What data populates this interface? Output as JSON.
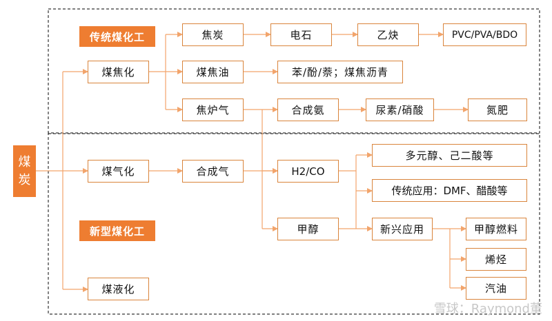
{
  "title": "",
  "root": "煤炭",
  "section_labels": {
    "traditional": "传统煤化工",
    "new": "新型煤化工"
  },
  "nodes": {
    "coal_coking": "煤焦化",
    "coal_gasification": "煤气化",
    "coal_liquefaction": "煤液化",
    "coke": "焦炭",
    "coal_tar": "煤焦油",
    "coke_oven_gas": "焦炉气",
    "calcium_carbide": "电石",
    "acetylene": "乙炔",
    "pvc_pva_bdo": "PVC/PVA/BDO",
    "tar_products": "苯/酚/萘；煤焦沥青",
    "synthetic_ammonia": "合成氨",
    "urea_nitric_acid": "尿素/硝酸",
    "nitrogen_fertilizer": "氮肥",
    "syngas": "合成气",
    "h2_co": "H2/CO",
    "methanol": "甲醇",
    "polyols": "多元醇、己二酸等",
    "traditional_apps": "传统应用：DMF、醋酸等",
    "emerging_apps": "新兴应用",
    "methanol_fuel": "甲醇燃料",
    "olefins": "烯烃",
    "gasoline": "汽油"
  },
  "watermark": "雪球：Raymond董",
  "colors": {
    "accent": "#ee7d31",
    "border": "#d9843b",
    "line": "#f2a46b",
    "dash": "#333333"
  }
}
